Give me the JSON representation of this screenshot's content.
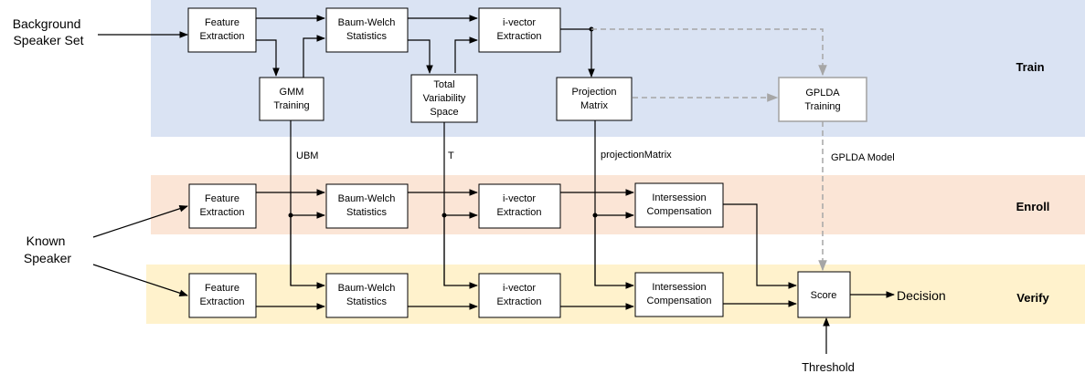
{
  "colors": {
    "train_band": "#dae3f3",
    "enroll_band": "#fbe5d6",
    "verify_band": "#fff2cc",
    "box_border": "#000000",
    "gplda_border": "#a6a6a6",
    "dashed_line": "#a6a6a6"
  },
  "inputs": {
    "background_speaker_set": [
      "Background",
      "Speaker Set"
    ],
    "known_speaker": [
      "Known",
      "Speaker"
    ],
    "threshold": "Threshold"
  },
  "stages": {
    "train": "Train",
    "enroll": "Enroll",
    "verify": "Verify"
  },
  "train": {
    "feature_extraction": [
      "Feature",
      "Extraction"
    ],
    "baum_welch": [
      "Baum-Welch",
      "Statistics"
    ],
    "ivector": [
      "i-vector",
      "Extraction"
    ],
    "gmm": [
      "GMM",
      "Training"
    ],
    "total_variability": [
      "Total",
      "Variability",
      "Space"
    ],
    "projection": [
      "Projection",
      "Matrix"
    ],
    "gplda": [
      "GPLDA",
      "Training"
    ]
  },
  "enroll": {
    "feature_extraction": [
      "Feature",
      "Extraction"
    ],
    "baum_welch": [
      "Baum-Welch",
      "Statistics"
    ],
    "ivector": [
      "i-vector",
      "Extraction"
    ],
    "intersession": [
      "Intersession",
      "Compensation"
    ]
  },
  "verify": {
    "feature_extraction": [
      "Feature",
      "Extraction"
    ],
    "baum_welch": [
      "Baum-Welch",
      "Statistics"
    ],
    "ivector": [
      "i-vector",
      "Extraction"
    ],
    "intersession": [
      "Intersession",
      "Compensation"
    ],
    "score": "Score"
  },
  "labels": {
    "ubm": "UBM",
    "t": "T",
    "projection_matrix": "projectionMatrix",
    "gplda_model": "GPLDA Model",
    "decision": "Decision"
  }
}
